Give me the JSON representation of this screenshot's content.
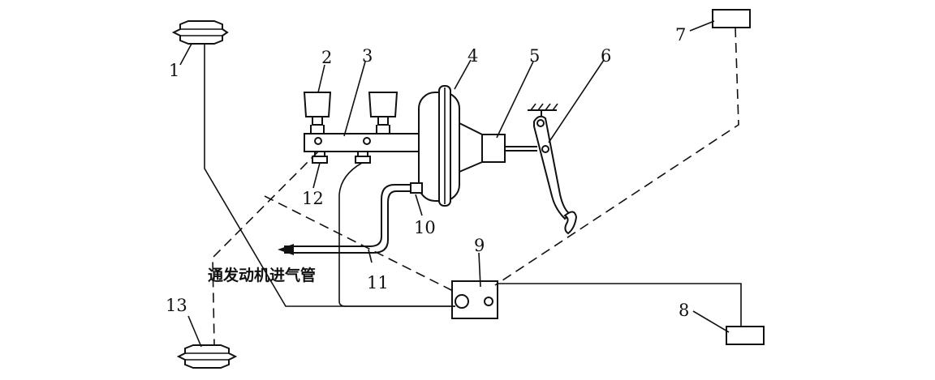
{
  "diagram": {
    "labels": {
      "n1": "1",
      "n2": "2",
      "n3": "3",
      "n4": "4",
      "n5": "5",
      "n6": "6",
      "n7": "7",
      "n8": "8",
      "n9": "9",
      "n10": "10",
      "n11": "11",
      "n12": "12",
      "n13": "13"
    },
    "caption": "通发动机进气管"
  }
}
